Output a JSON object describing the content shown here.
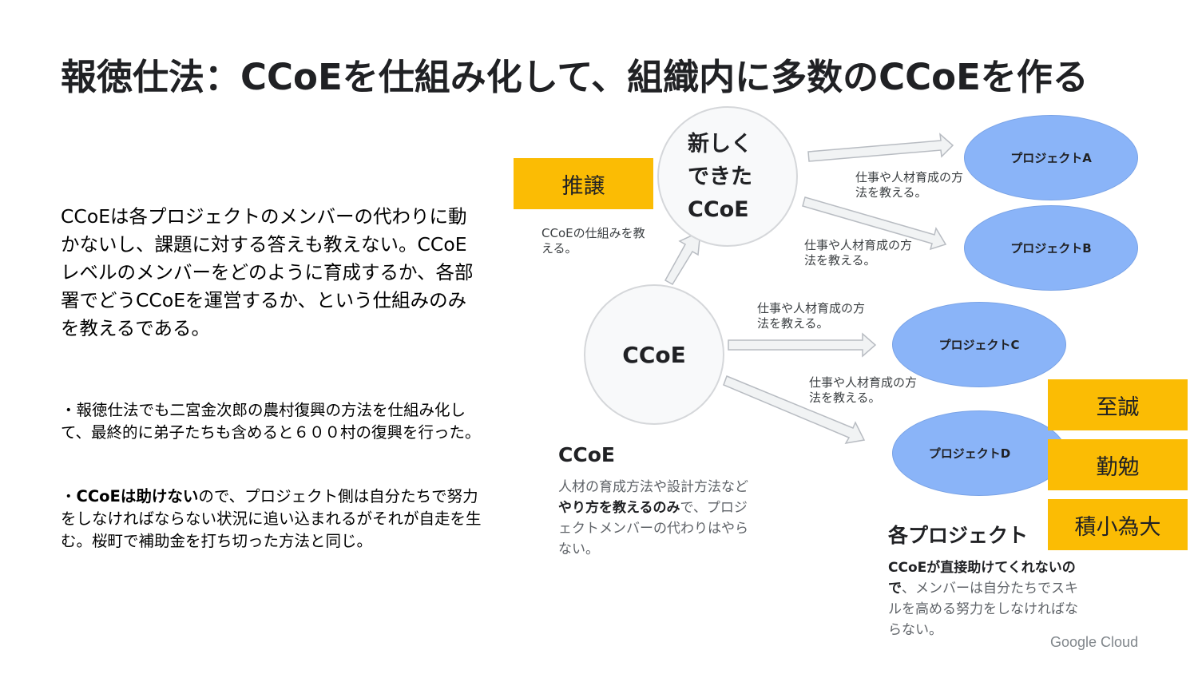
{
  "title": "報徳仕法：CCoEを仕組み化して、組織内に多数のCCoEを作る",
  "left": {
    "body_a": "CCoEは各プロジェクトのメンバーの代わりに動かないし、課題に対する答えも教えない。CCoEレベルのメンバーをどのように育成するか、各部署でどうCCoEを運営するか、という",
    "body_b": "仕組みのみを教える",
    "body_c": "である。",
    "bullet1_a": "・報徳仕法でも二宮金次郎の農村復興の方法を",
    "bullet1_b": "仕組み化して、最終的に弟子たちも含めると６００村の復興",
    "bullet1_c": "を行った。",
    "bullet2_a": "・",
    "bullet2_b": "CCoEは助けない",
    "bullet2_c": "ので、プロジェクト側は自分たちで努力をしなければならない状況に追い込まれるがそれが自走を生む。桜町で補助金を打ち切った方法と同じ。"
  },
  "diagram": {
    "ccoe_label": "CCoE",
    "new_ccoe_label": "新しくできたCCoE",
    "suijo_label": "推譲",
    "suijo_note": "CCoEの仕組みを教える。",
    "teach_note": "仕事や人材育成の方法を教える。",
    "projects": [
      "プロジェクトA",
      "プロジェクトB",
      "プロジェクトC",
      "プロジェクトD"
    ],
    "virtues": [
      "至誠",
      "勤勉",
      "積小為大"
    ],
    "ccoe_caption_title": "CCoE",
    "ccoe_caption_a": "人材の育成方法や設計方法など",
    "ccoe_caption_b": "やり方を教えるのみ",
    "ccoe_caption_c": "で、プロジェクトメンバーの代わりはやらない。",
    "project_caption_title": "各プロジェクト",
    "project_caption_a": "CCoEが直接助けてくれないので",
    "project_caption_b": "、メンバーは自分たちでスキルを高める努力をしなければならない。"
  },
  "footer": {
    "brand": "Google Cloud"
  },
  "colors": {
    "gold": "#fbbc04",
    "blue": "#8ab4f8",
    "circle": "#f8f9fa"
  }
}
